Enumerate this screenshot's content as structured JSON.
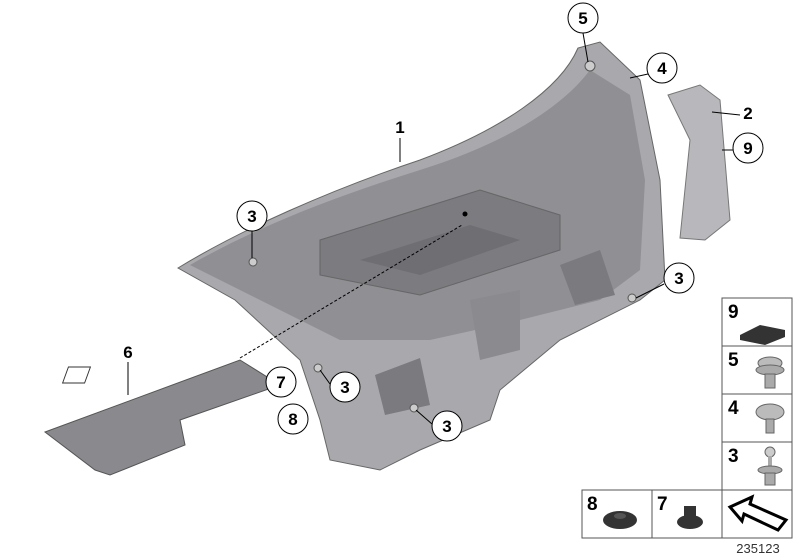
{
  "diagram": {
    "callouts": [
      {
        "label": "1",
        "circled": false
      },
      {
        "label": "2",
        "circled": false
      },
      {
        "label": "9",
        "circled": true
      },
      {
        "label": "4",
        "circled": true
      },
      {
        "label": "5",
        "circled": true
      },
      {
        "label": "3",
        "circled": true
      },
      {
        "label": "3",
        "circled": true
      },
      {
        "label": "3",
        "circled": true
      },
      {
        "label": "3",
        "circled": true
      },
      {
        "label": "6",
        "circled": false
      },
      {
        "label": "7",
        "circled": true
      },
      {
        "label": "8",
        "circled": true
      }
    ],
    "legend": [
      {
        "label": "9",
        "part": "pad"
      },
      {
        "label": "5",
        "part": "expanding-rivet-washer"
      },
      {
        "label": "4",
        "part": "expanding-rivet"
      },
      {
        "label": "3",
        "part": "push-rivet"
      },
      {
        "label": "8",
        "part": "grommet"
      },
      {
        "label": "7",
        "part": "small-grommet"
      },
      {
        "label": "",
        "part": "direction-arrow"
      }
    ],
    "diagram_number": "235123"
  }
}
